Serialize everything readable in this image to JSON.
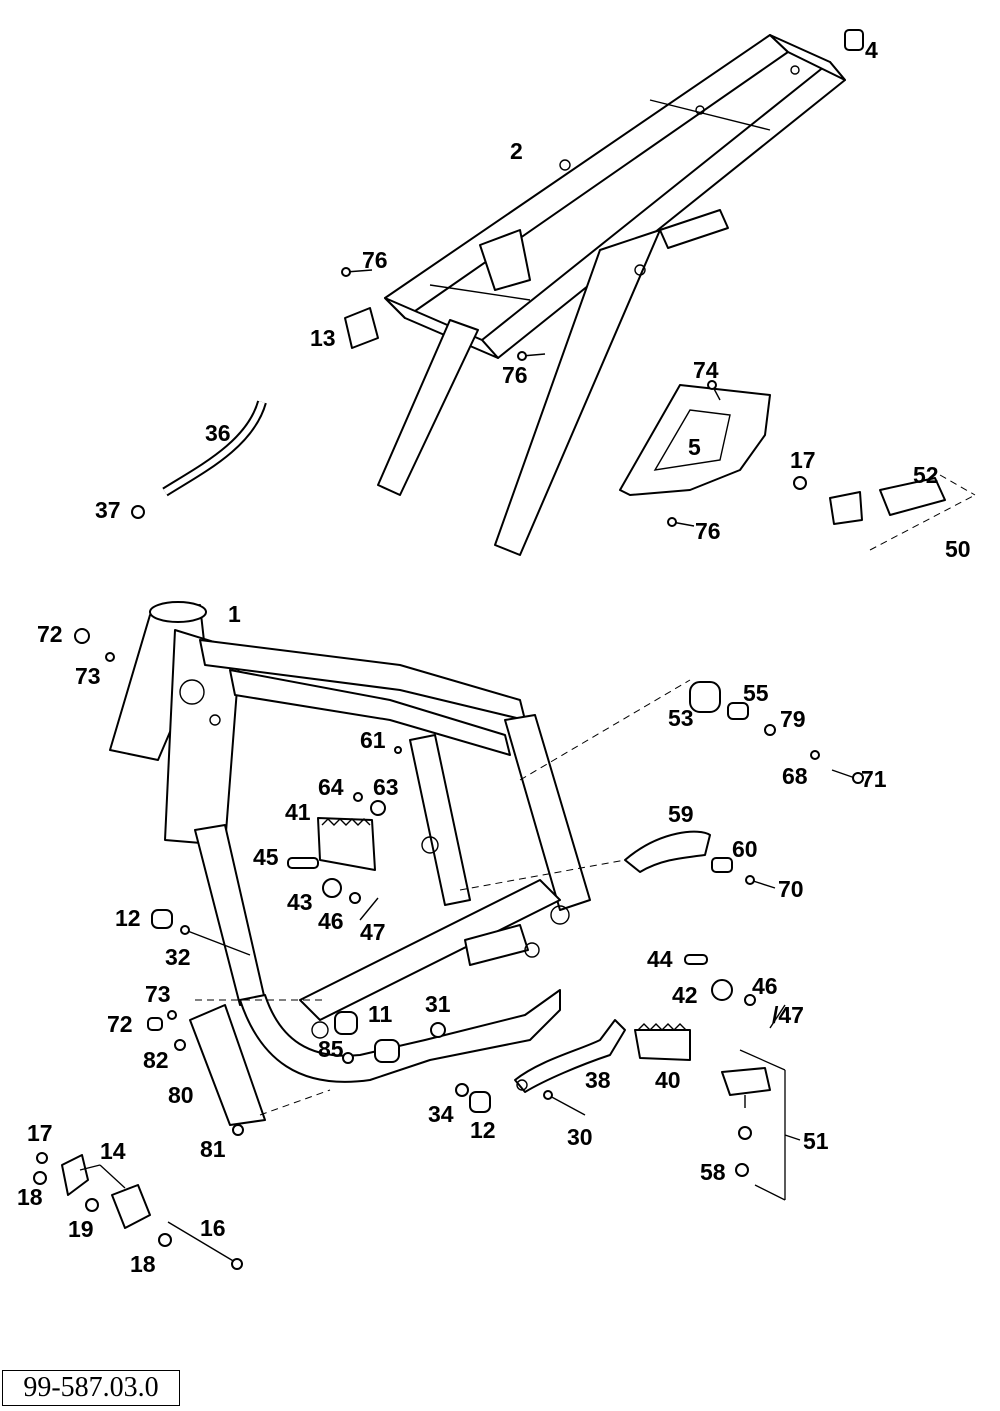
{
  "drawing_number": "99-587.03.0",
  "callouts": [
    {
      "id": "c1",
      "text": "1"
    },
    {
      "id": "c2",
      "text": "2"
    },
    {
      "id": "c4",
      "text": "4"
    },
    {
      "id": "c5",
      "text": "5"
    },
    {
      "id": "c11",
      "text": "11"
    },
    {
      "id": "c12a",
      "text": "12"
    },
    {
      "id": "c12b",
      "text": "12"
    },
    {
      "id": "c13",
      "text": "13"
    },
    {
      "id": "c14",
      "text": "14"
    },
    {
      "id": "c16",
      "text": "16"
    },
    {
      "id": "c17a",
      "text": "17"
    },
    {
      "id": "c17b",
      "text": "17"
    },
    {
      "id": "c18a",
      "text": "18"
    },
    {
      "id": "c18b",
      "text": "18"
    },
    {
      "id": "c19",
      "text": "19"
    },
    {
      "id": "c30",
      "text": "30"
    },
    {
      "id": "c31",
      "text": "31"
    },
    {
      "id": "c32",
      "text": "32"
    },
    {
      "id": "c34",
      "text": "34"
    },
    {
      "id": "c36",
      "text": "36"
    },
    {
      "id": "c37",
      "text": "37"
    },
    {
      "id": "c38",
      "text": "38"
    },
    {
      "id": "c40",
      "text": "40"
    },
    {
      "id": "c41",
      "text": "41"
    },
    {
      "id": "c42",
      "text": "42"
    },
    {
      "id": "c43",
      "text": "43"
    },
    {
      "id": "c44",
      "text": "44"
    },
    {
      "id": "c45",
      "text": "45"
    },
    {
      "id": "c46a",
      "text": "46"
    },
    {
      "id": "c46b",
      "text": "46"
    },
    {
      "id": "c47a",
      "text": "47"
    },
    {
      "id": "c47b",
      "text": "/47"
    },
    {
      "id": "c50",
      "text": "50"
    },
    {
      "id": "c51",
      "text": "51"
    },
    {
      "id": "c52",
      "text": "52"
    },
    {
      "id": "c53",
      "text": "53"
    },
    {
      "id": "c55",
      "text": "55"
    },
    {
      "id": "c58",
      "text": "58"
    },
    {
      "id": "c59",
      "text": "59"
    },
    {
      "id": "c60",
      "text": "60"
    },
    {
      "id": "c61",
      "text": "61"
    },
    {
      "id": "c63",
      "text": "63"
    },
    {
      "id": "c64",
      "text": "64"
    },
    {
      "id": "c68",
      "text": "68"
    },
    {
      "id": "c70",
      "text": "70"
    },
    {
      "id": "c71",
      "text": "71"
    },
    {
      "id": "c72a",
      "text": "72"
    },
    {
      "id": "c72b",
      "text": "72"
    },
    {
      "id": "c73a",
      "text": "73"
    },
    {
      "id": "c73b",
      "text": "73"
    },
    {
      "id": "c74",
      "text": "74"
    },
    {
      "id": "c76a",
      "text": "76"
    },
    {
      "id": "c76b",
      "text": "76"
    },
    {
      "id": "c76c",
      "text": "76"
    },
    {
      "id": "c79",
      "text": "79"
    },
    {
      "id": "c80",
      "text": "80"
    },
    {
      "id": "c81",
      "text": "81"
    },
    {
      "id": "c82",
      "text": "82"
    },
    {
      "id": "c85",
      "text": "85"
    }
  ]
}
